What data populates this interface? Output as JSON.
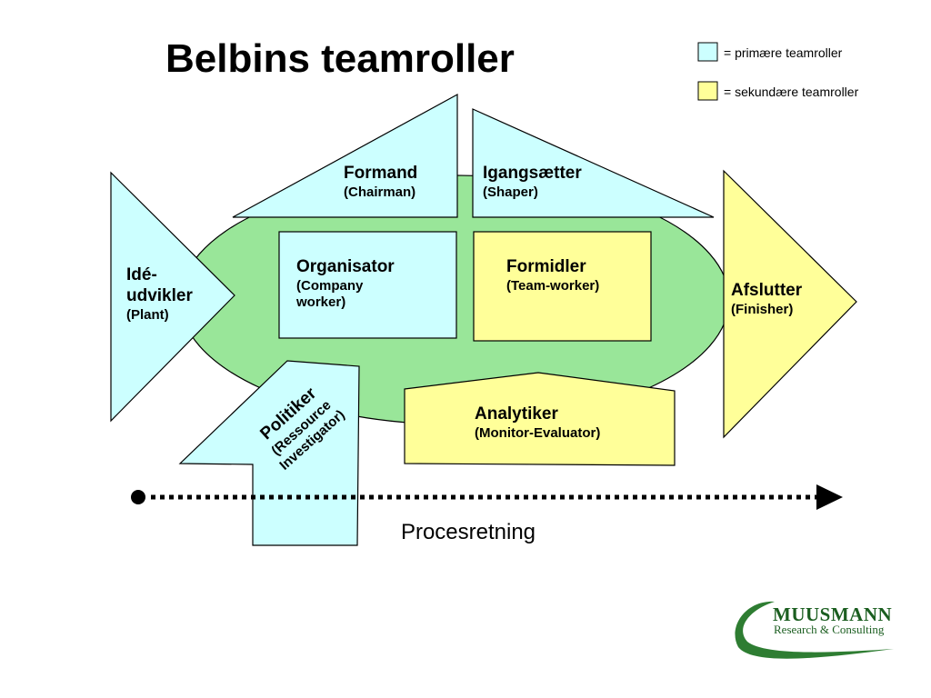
{
  "title": "Belbins teamroller",
  "colors": {
    "primary": "#ccffff",
    "secondary": "#ffff99",
    "oval": "#99e699",
    "logo_green": "#2e7d32"
  },
  "legend": [
    {
      "color": "#ccffff",
      "text": "= primære teamroller"
    },
    {
      "color": "#ffff99",
      "text": "= sekundære teamroller"
    }
  ],
  "roles": {
    "formand": {
      "name": "Formand",
      "english": "(Chairman)",
      "type": "primary"
    },
    "igangsaetter": {
      "name": "Igangsætter",
      "english": "(Shaper)",
      "type": "primary"
    },
    "ideudvikler": {
      "name_line1": "Idé-",
      "name_line2": "udvikler",
      "english": "(Plant)",
      "type": "primary"
    },
    "organisator": {
      "name": "Organisator",
      "english_line1": "(Company",
      "english_line2": "worker)",
      "type": "primary"
    },
    "formidler": {
      "name": "Formidler",
      "english": "(Team-worker)",
      "type": "secondary"
    },
    "afslutter": {
      "name": "Afslutter",
      "english": "(Finisher)",
      "type": "secondary"
    },
    "analytiker": {
      "name": "Analytiker",
      "english": "(Monitor-Evaluator)",
      "type": "secondary"
    },
    "politiker": {
      "name": "Politiker",
      "english_line1": "(Ressource",
      "english_line2": "Investigator)",
      "type": "primary"
    }
  },
  "process_label": "Procesretning",
  "logo": {
    "line1": "MUUSMANN",
    "line2": "Research & Consulting"
  }
}
